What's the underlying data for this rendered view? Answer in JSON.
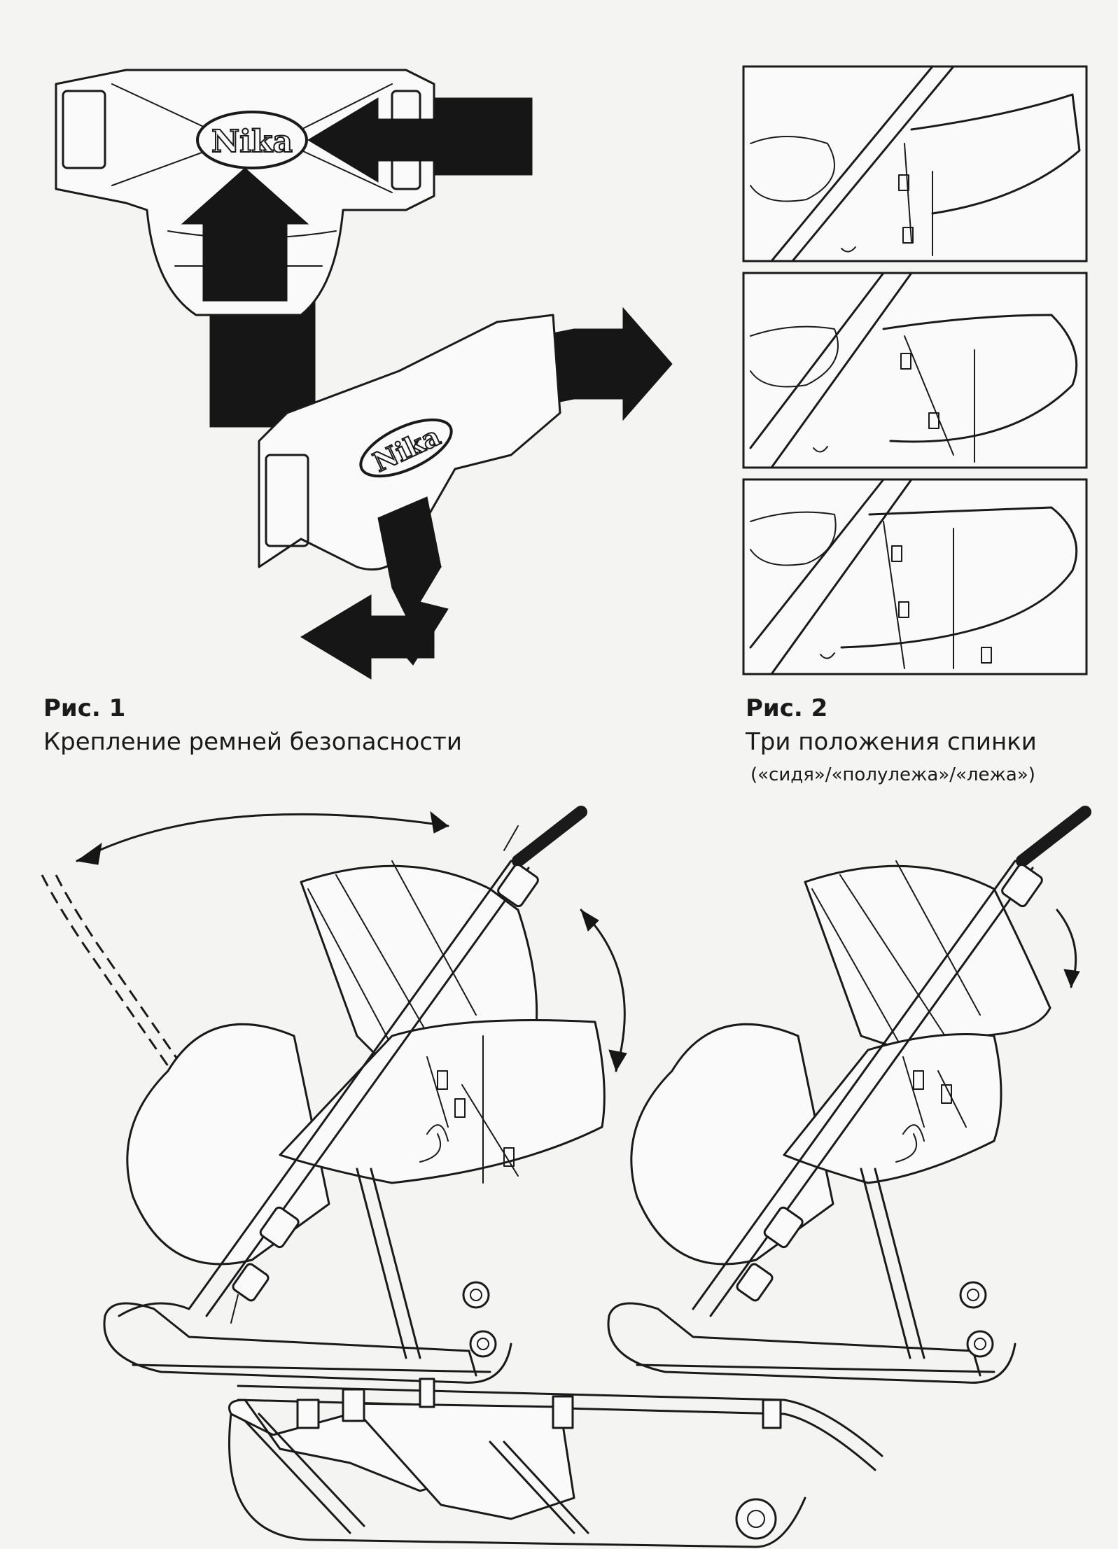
{
  "fig1": {
    "label": "Рис. 1",
    "caption": "Крепление ремней безопасности",
    "buckle_brand": "Nika"
  },
  "fig2": {
    "label": "Рис. 2",
    "caption": "Три положения спинки",
    "positions": "(«сидя»/«полулежа»/«лежа»)"
  },
  "icons": {
    "buckle": "buckle-icon",
    "arrow": "arrow-icon",
    "sled": "sled-stroller-icon"
  }
}
